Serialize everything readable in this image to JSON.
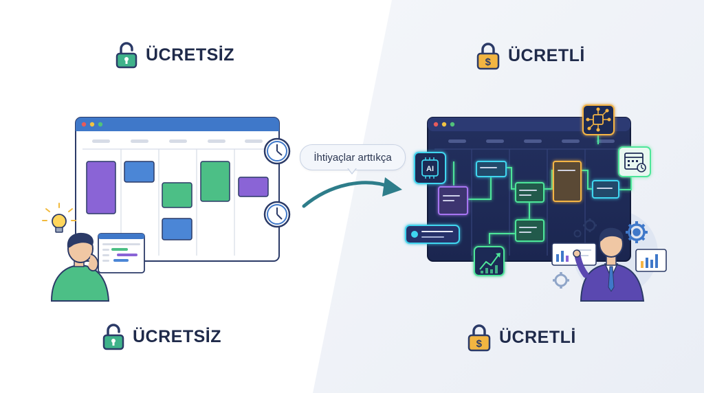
{
  "left_panel": {
    "title": "ÜCRETSİZ",
    "bottom_label": "ÜCRETSİZ",
    "lock_icon": "unlocked-padlock-icon"
  },
  "right_panel": {
    "title": "ÜCRETLİ",
    "bottom_label": "ÜCRETLİ",
    "lock_icon": "dollar-padlock-icon",
    "ai_badge": "AI"
  },
  "transition": {
    "bubble_text": "İhtiyaçlar arttıkça"
  },
  "colors": {
    "free_accent": "#3fb28a",
    "paid_accent": "#f2b541",
    "dark_board": "#1e2a55",
    "neon_green": "#4ee69a",
    "neon_cyan": "#3fd6f0",
    "neon_purple": "#a774f2",
    "neon_orange": "#f5b544",
    "arrow": "#2e7d8a"
  }
}
